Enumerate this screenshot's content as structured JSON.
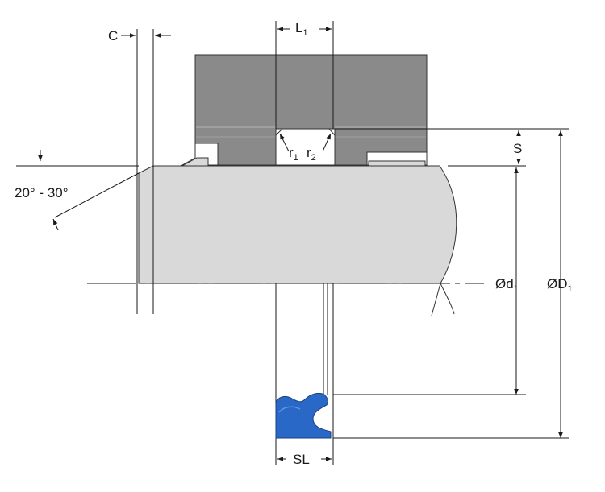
{
  "labels": {
    "c": "C",
    "l1": "L",
    "l1_sub": "1",
    "r1": "r",
    "r1_sub": "1",
    "r2": "r",
    "r2_sub": "2",
    "s": "S",
    "angle": "20° - 30°",
    "d1": "Ød",
    "d1_sub": "1",
    "D1": "ØD",
    "D1_sub": "1",
    "sl": "SL"
  },
  "colors": {
    "housing": "#8a8a8a",
    "housing_highlight": "#b4b4b4",
    "rod": "#d9d9d9",
    "seal": "#2a68c8",
    "seal_highlight": "#5f95e6",
    "line": "#1a1a1a"
  }
}
